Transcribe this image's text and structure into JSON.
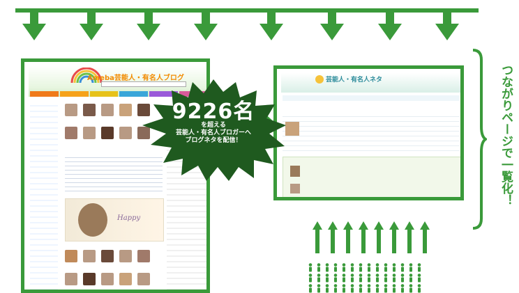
{
  "burst": {
    "count": "9226名",
    "line1": "を超える",
    "line2": "芸能人・有名人ブロガーへ",
    "line3": "ブログネタを配信！"
  },
  "side_text": "つながりページで一覧化！",
  "left_panel": {
    "logo": "Ameba芸能人・有名人ブログ"
  },
  "right_panel": {
    "title": "芸能人・有名人ネタ"
  },
  "colors": {
    "green": "#3a9a3a",
    "dark_green": "#1f5a1f"
  }
}
